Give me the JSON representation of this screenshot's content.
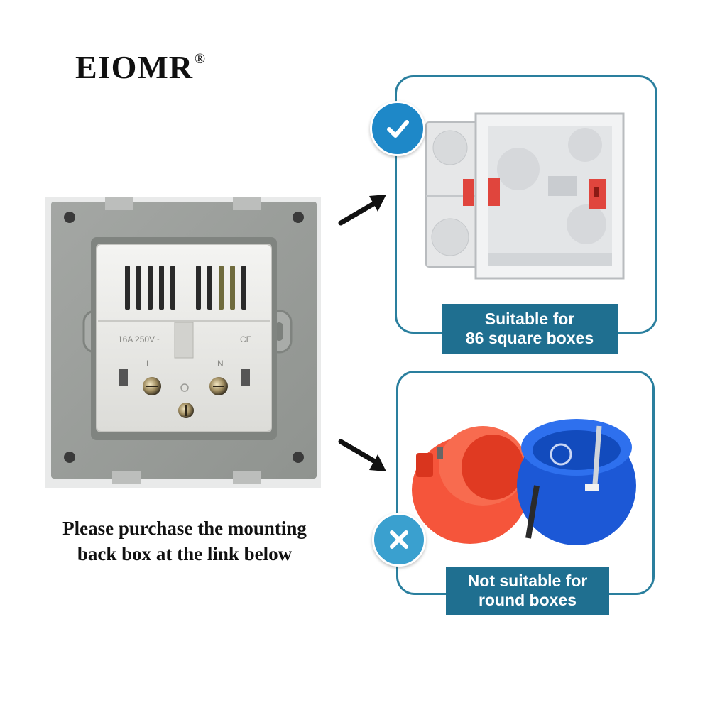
{
  "brand": {
    "name": "EIOMR",
    "mark": "®"
  },
  "socket_markings": {
    "rating": "16A 250V~",
    "ce": "CE",
    "live": "L",
    "neutral": "N"
  },
  "caption": {
    "line1": "Please purchase the mounting",
    "line2": "back box at the link below"
  },
  "suitable": {
    "line1": "Suitable for",
    "line2": "86 square boxes",
    "status": "check"
  },
  "unsuitable": {
    "line1": "Not suitable for",
    "line2": "round boxes",
    "status": "cross"
  },
  "colors": {
    "accent": "#2a7f9e",
    "label_bg": "#1f6f90",
    "check_badge": "#1e88c8",
    "cross_badge": "#3aa0cf"
  }
}
